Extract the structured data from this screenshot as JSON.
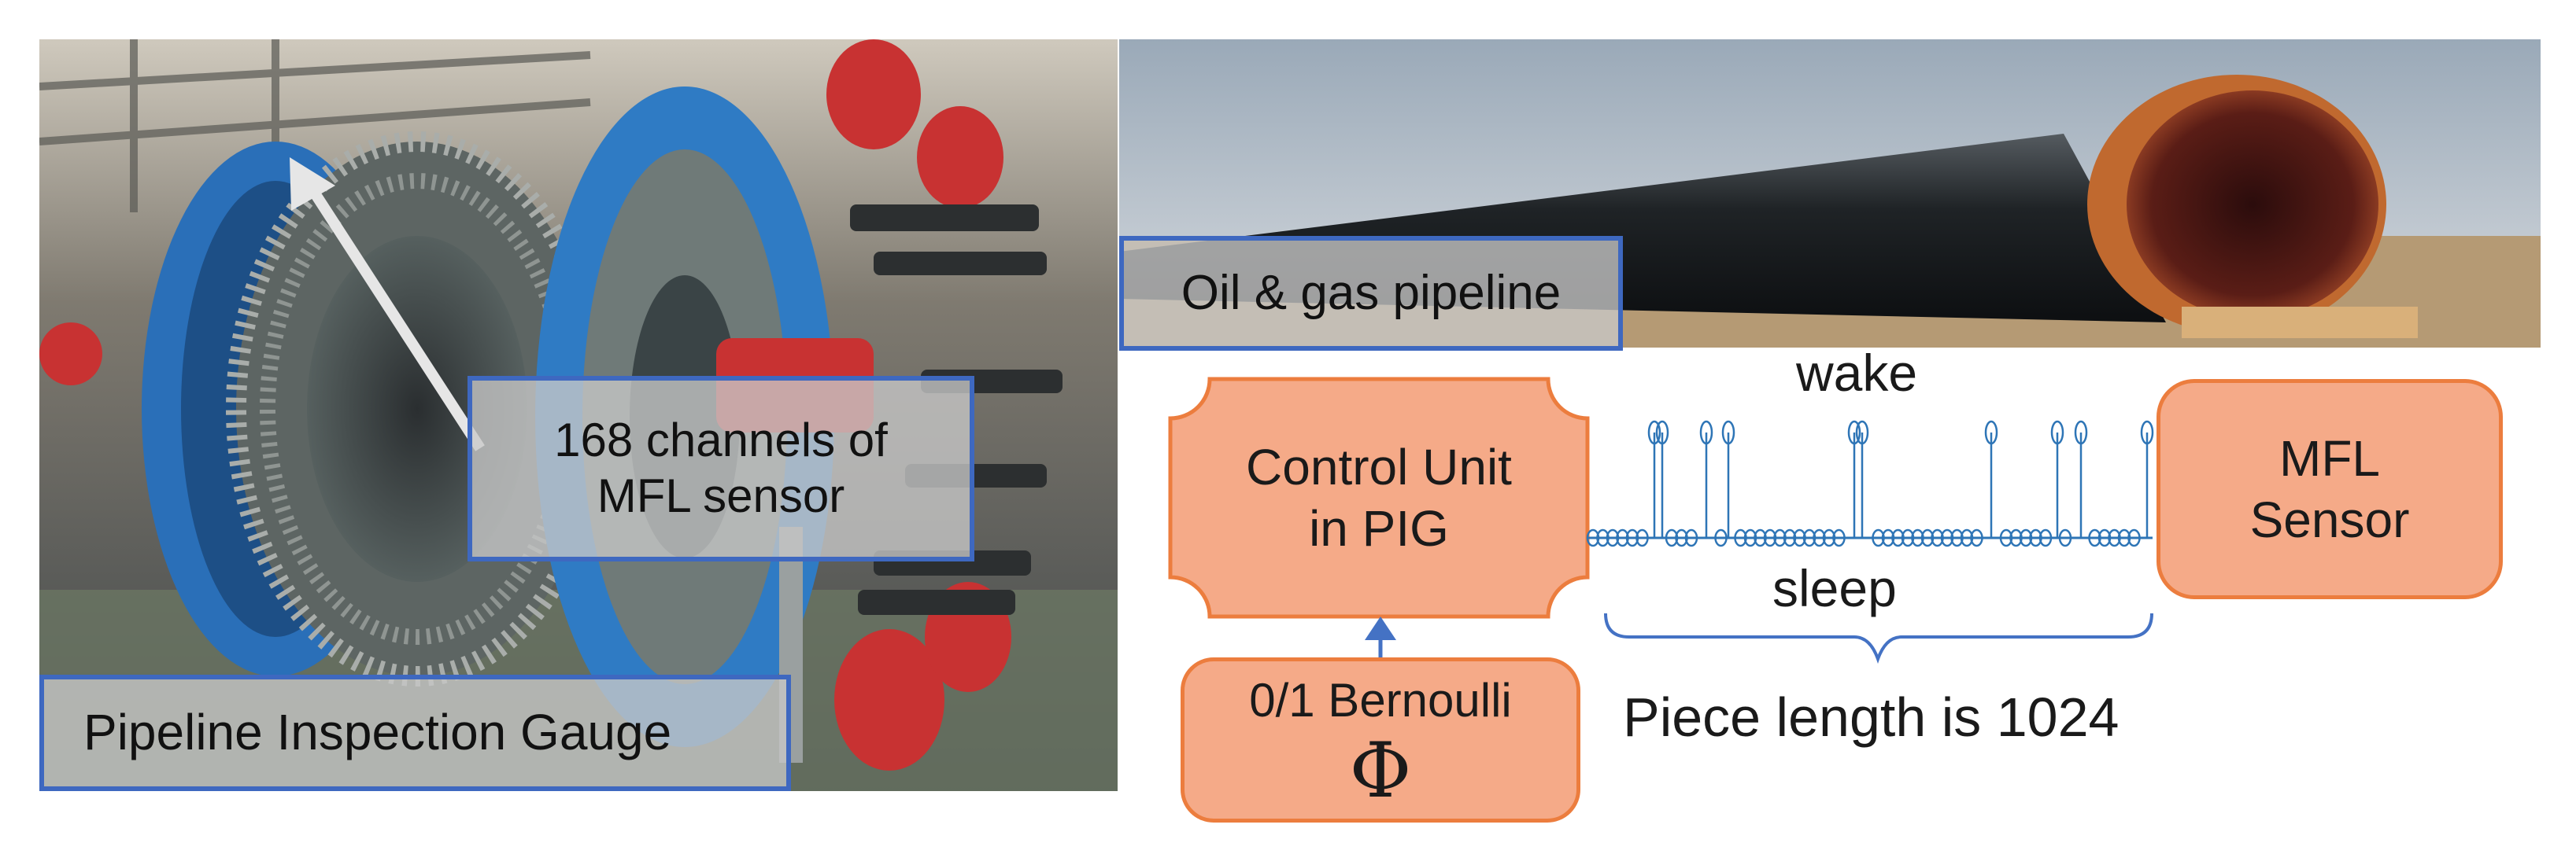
{
  "captions": {
    "pig": "Pipeline Inspection Gauge",
    "mfl_channels_line1": "168 channels of",
    "mfl_channels_line2": "MFL sensor",
    "pipeline": "Oil & gas pipeline"
  },
  "control_unit": {
    "line1": "Control Unit",
    "line2": "in PIG"
  },
  "mfl_sensor": {
    "line1": "MFL",
    "line2": "Sensor"
  },
  "bernoulli": {
    "line1": "0/1 Bernoulli",
    "symbol": "Φ"
  },
  "signal": {
    "wake": "wake",
    "sleep": "sleep",
    "piece_length": "Piece length is 1024"
  },
  "colors": {
    "box_fill": "#f5aa88",
    "box_border": "#ec7d3e",
    "caption_border": "#3e68c0",
    "signal_line": "#2e75b6",
    "arrow": "#4472c4"
  }
}
